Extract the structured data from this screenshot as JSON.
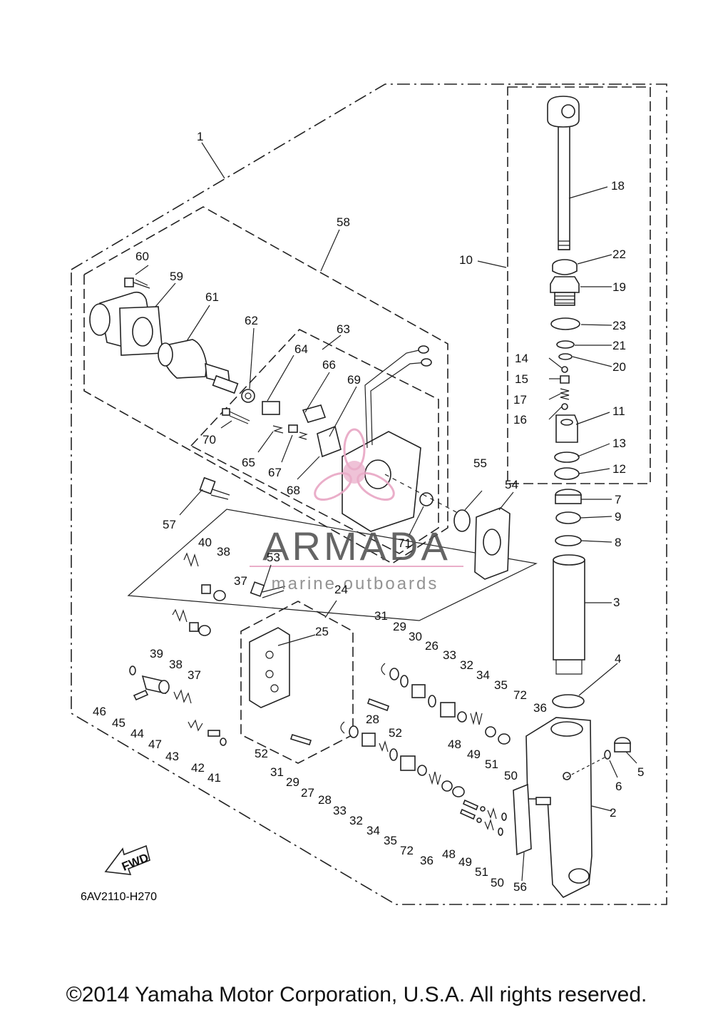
{
  "diagram": {
    "code": "6AV2110-H270",
    "fwd_label": "FWD",
    "copyright": "©2014 Yamaha Motor Corporation, U.S.A. All rights reserved."
  },
  "watermark": {
    "title": "ARMADA",
    "subtitle": "marine outboards",
    "accent": "#e8a6c4"
  },
  "callouts": {
    "c1": "1",
    "c2": "2",
    "c3": "3",
    "c4": "4",
    "c5": "5",
    "c6": "6",
    "c7": "7",
    "c8": "8",
    "c9": "9",
    "c10": "10",
    "c11": "11",
    "c12": "12",
    "c13": "13",
    "c14": "14",
    "c15": "15",
    "c16": "16",
    "c17": "17",
    "c18": "18",
    "c19": "19",
    "c20": "20",
    "c21": "21",
    "c22": "22",
    "c23": "23",
    "c24": "24",
    "c25": "25",
    "c26": "26",
    "c27": "27",
    "c28a": "28",
    "c28b": "28",
    "c29a": "29",
    "c29b": "29",
    "c30": "30",
    "c31a": "31",
    "c31b": "31",
    "c32a": "32",
    "c32b": "32",
    "c33a": "33",
    "c33b": "33",
    "c34a": "34",
    "c34b": "34",
    "c35a": "35",
    "c35b": "35",
    "c36a": "36",
    "c36b": "36",
    "c37a": "37",
    "c37b": "37",
    "c38a": "38",
    "c38b": "38",
    "c39": "39",
    "c40": "40",
    "c41": "41",
    "c42": "42",
    "c43": "43",
    "c44": "44",
    "c45": "45",
    "c46": "46",
    "c47": "47",
    "c48a": "48",
    "c48b": "48",
    "c49a": "49",
    "c49b": "49",
    "c50a": "50",
    "c50b": "50",
    "c51a": "51",
    "c51b": "51",
    "c52a": "52",
    "c52b": "52",
    "c53": "53",
    "c54": "54",
    "c55": "55",
    "c56": "56",
    "c57": "57",
    "c58": "58",
    "c59": "59",
    "c60": "60",
    "c61": "61",
    "c62": "62",
    "c63": "63",
    "c64": "64",
    "c65": "65",
    "c66": "66",
    "c67": "67",
    "c68": "68",
    "c69": "69",
    "c70": "70",
    "c71": "71",
    "c72a": "72",
    "c72b": "72"
  }
}
